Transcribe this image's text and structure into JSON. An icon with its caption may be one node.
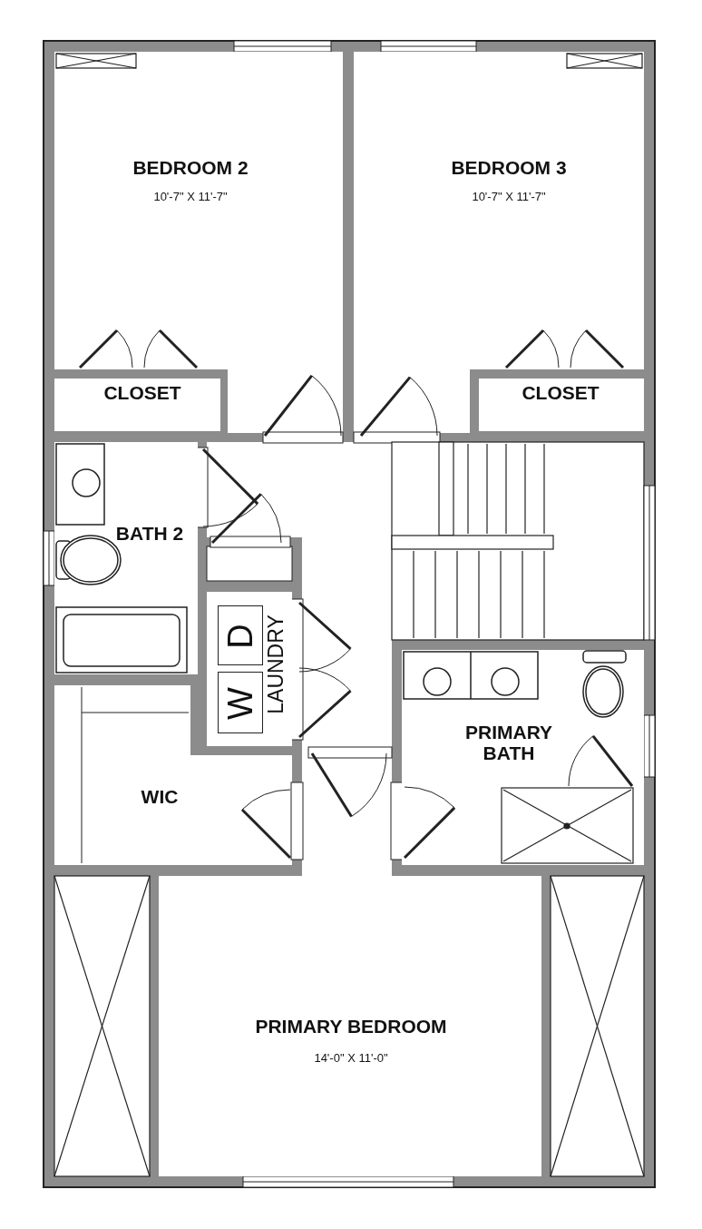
{
  "diagram": {
    "nodes": [
      {
        "text": [
          "BEDROOM 2",
          "10'-7\" X 11'-7\""
        ]
      },
      {
        "text": [
          "BEDROOM 3",
          "10'-7\" X 11'-7\""
        ]
      },
      {
        "text": [
          "CLOSET"
        ]
      },
      {
        "text": [
          "CLOSET"
        ]
      },
      {
        "text": [
          "BATH 2"
        ]
      },
      {
        "text": [
          "LAUNDRY"
        ]
      },
      {
        "text": [
          "D"
        ],
        "in": 5
      },
      {
        "text": [
          "W"
        ],
        "in": 5
      },
      {
        "text": [
          "PRIMARY BATH"
        ]
      },
      {
        "text": [
          "WIC"
        ]
      },
      {
        "text": [
          "PRIMARY BEDROOM",
          "14'-0\" X 11'-0\""
        ]
      }
    ]
  }
}
